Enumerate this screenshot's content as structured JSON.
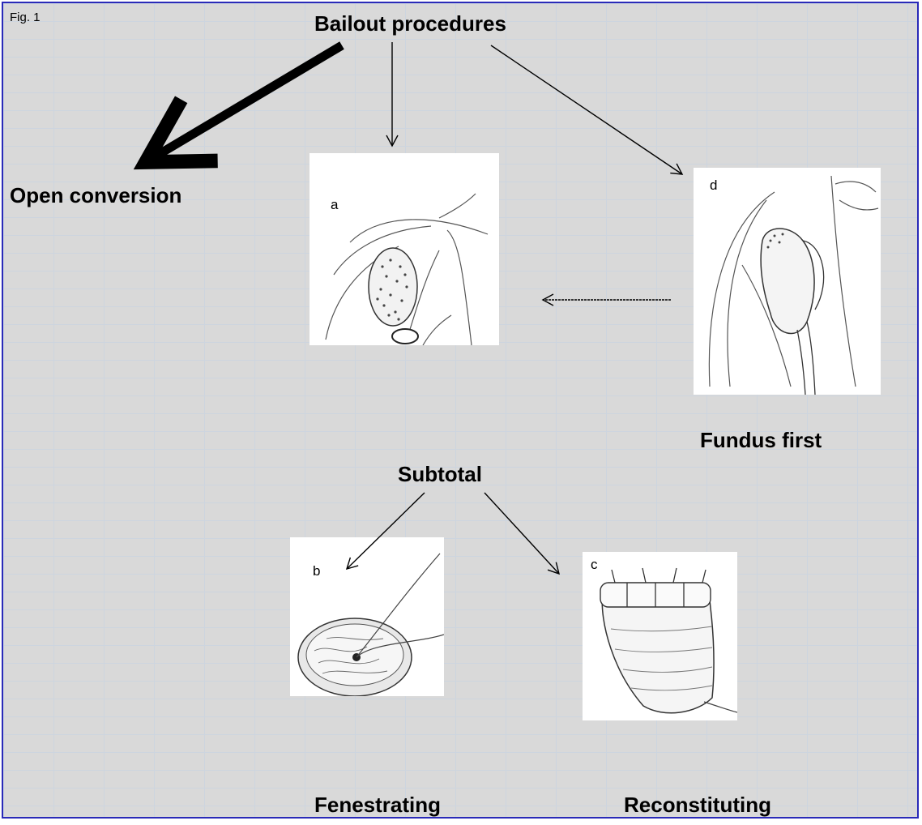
{
  "figure_label": "Fig. 1",
  "title": "Bailout procedures",
  "labels": {
    "open_conversion": "Open conversion",
    "fundus_first": "Fundus first",
    "subtotal": "Subtotal",
    "fenestrating": "Fenestrating",
    "reconstituting": "Reconstituting"
  },
  "panels": {
    "a": "a",
    "b": "b",
    "c": "c",
    "d": "d"
  },
  "colors": {
    "background": "#d9d9d9",
    "grid": "#cdd5df",
    "border": "#2a2ab8"
  }
}
